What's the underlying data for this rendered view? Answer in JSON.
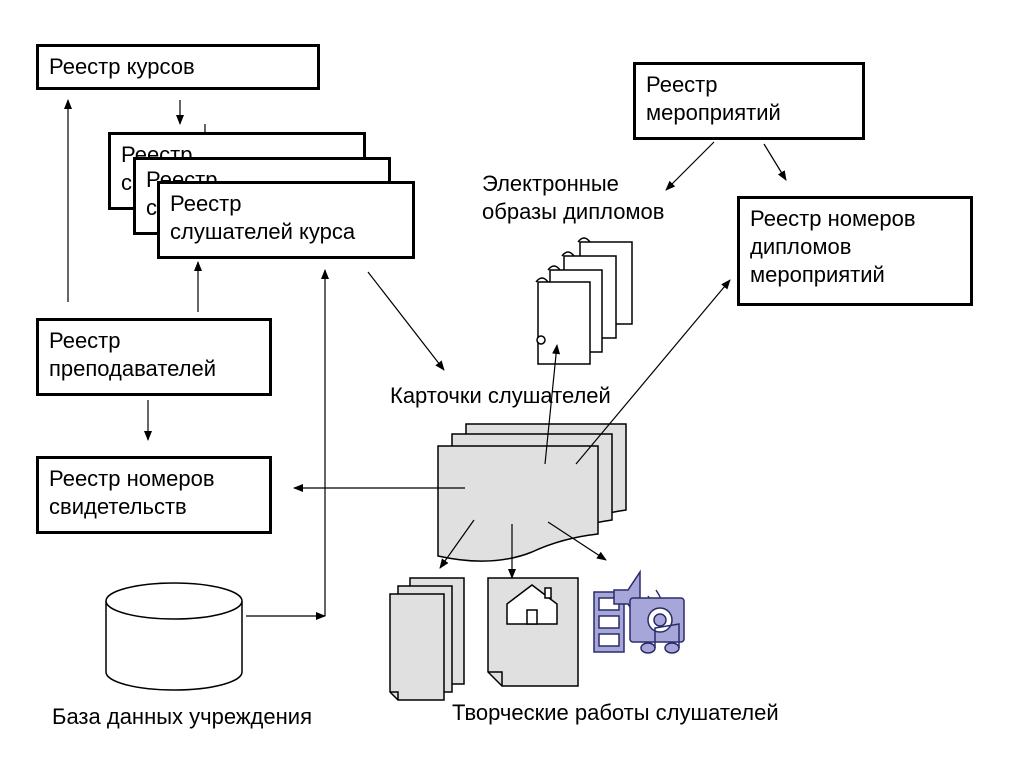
{
  "registries": {
    "courses": "Реестр курсов",
    "course_students_back2": "Реестр\nс",
    "course_students_back1": "Реестр\nс",
    "course_students": "Реестр\nслушателей курса",
    "teachers": "Реестр\nпреподавателей",
    "certificate_numbers": "Реестр номеров\nсвидетельств",
    "events": "Реестр\nмероприятий",
    "event_diploma_numbers": "Реестр номеров\nдипломов\nмероприятий"
  },
  "labels": {
    "electronic_diplomas": "Электронные\nобразы дипломов",
    "student_cards": "Карточки слушателей",
    "institution_db": "База данных учреждения",
    "creative_works": "Творческие работы слушателей"
  },
  "colors": {
    "stroke": "#000000",
    "card_fill": "#e0e0e0",
    "media_fill": "#a6a6d8",
    "media_stroke": "#2b2b6b"
  },
  "icons": {
    "database": "database-icon",
    "diplomas": "scroll-icon",
    "cards": "document-stack-icon",
    "works_docs": "document-stack-icon",
    "works_home": "house-document-icon",
    "works_media": "multimedia-icon"
  }
}
